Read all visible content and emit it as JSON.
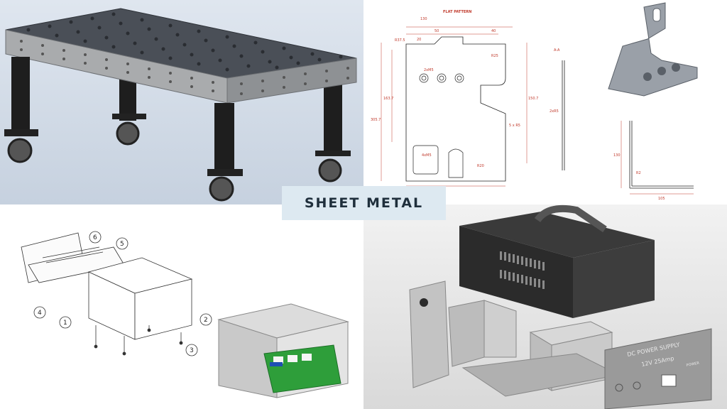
{
  "banner": {
    "title": "SHEET METAL"
  },
  "drawing": {
    "title": "FLAT PATTERN",
    "section_label": "A-A",
    "dim_top": "130",
    "dim_a": "50",
    "dim_b": "20",
    "dim_c": "40",
    "dim_r1": "R37.5",
    "dim_r2": "R25",
    "dim_r3": "R20",
    "dim_h1": "163.7",
    "dim_h2": "150.7",
    "dim_h3": "305.7",
    "dim_hole": "2xM5",
    "dim_hole2": "4xM5",
    "dim_5r5": "5 x R5",
    "dim_side1": "2xR5",
    "dim_bend": "R2",
    "dim_base": "105",
    "dim_vert": "130"
  },
  "assembly": {
    "callouts": [
      "1",
      "2",
      "3",
      "4",
      "5",
      "6"
    ]
  },
  "enclosure": {
    "plate_title": "DC POWER SUPPLY",
    "plate_sub": "12V 25Amp",
    "plate_power": "POWER"
  },
  "colors": {
    "banner_bg": "#dde9f1",
    "banner_text": "#1f2f3c",
    "drawing_line": "#c0392b",
    "pcb_green": "#2e9e3a",
    "enclosure_black": "#2b2b2b"
  }
}
